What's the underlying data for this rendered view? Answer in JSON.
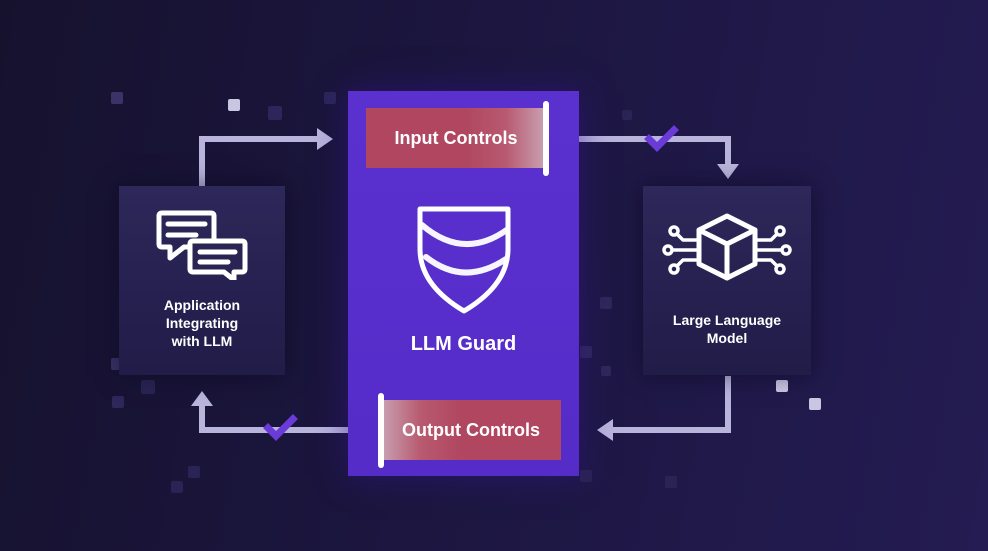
{
  "nodes": {
    "application": {
      "label_lines": [
        "Application",
        "Integrating",
        "with LLM"
      ],
      "icon": "chat-bubbles-icon"
    },
    "llm_guard": {
      "title": "LLM Guard",
      "icon": "shield-icon",
      "input_controls": "Input Controls",
      "output_controls": "Output Controls"
    },
    "model": {
      "label_lines": [
        "Large Language",
        "Model"
      ],
      "icon": "cube-circuit-icon"
    }
  },
  "edges": [
    {
      "from": "application",
      "to": "input_controls"
    },
    {
      "from": "input_controls",
      "to": "model",
      "check": "checkmark-icon"
    },
    {
      "from": "model",
      "to": "output_controls"
    },
    {
      "from": "output_controls",
      "to": "application",
      "check": "checkmark-icon"
    }
  ],
  "colors": {
    "background": "#1c1640",
    "panel": "#2a2454",
    "guard": "#5a30cf",
    "controls": "#b04660",
    "arrows": "#b8b4dc",
    "check": "#6a3bd6"
  }
}
